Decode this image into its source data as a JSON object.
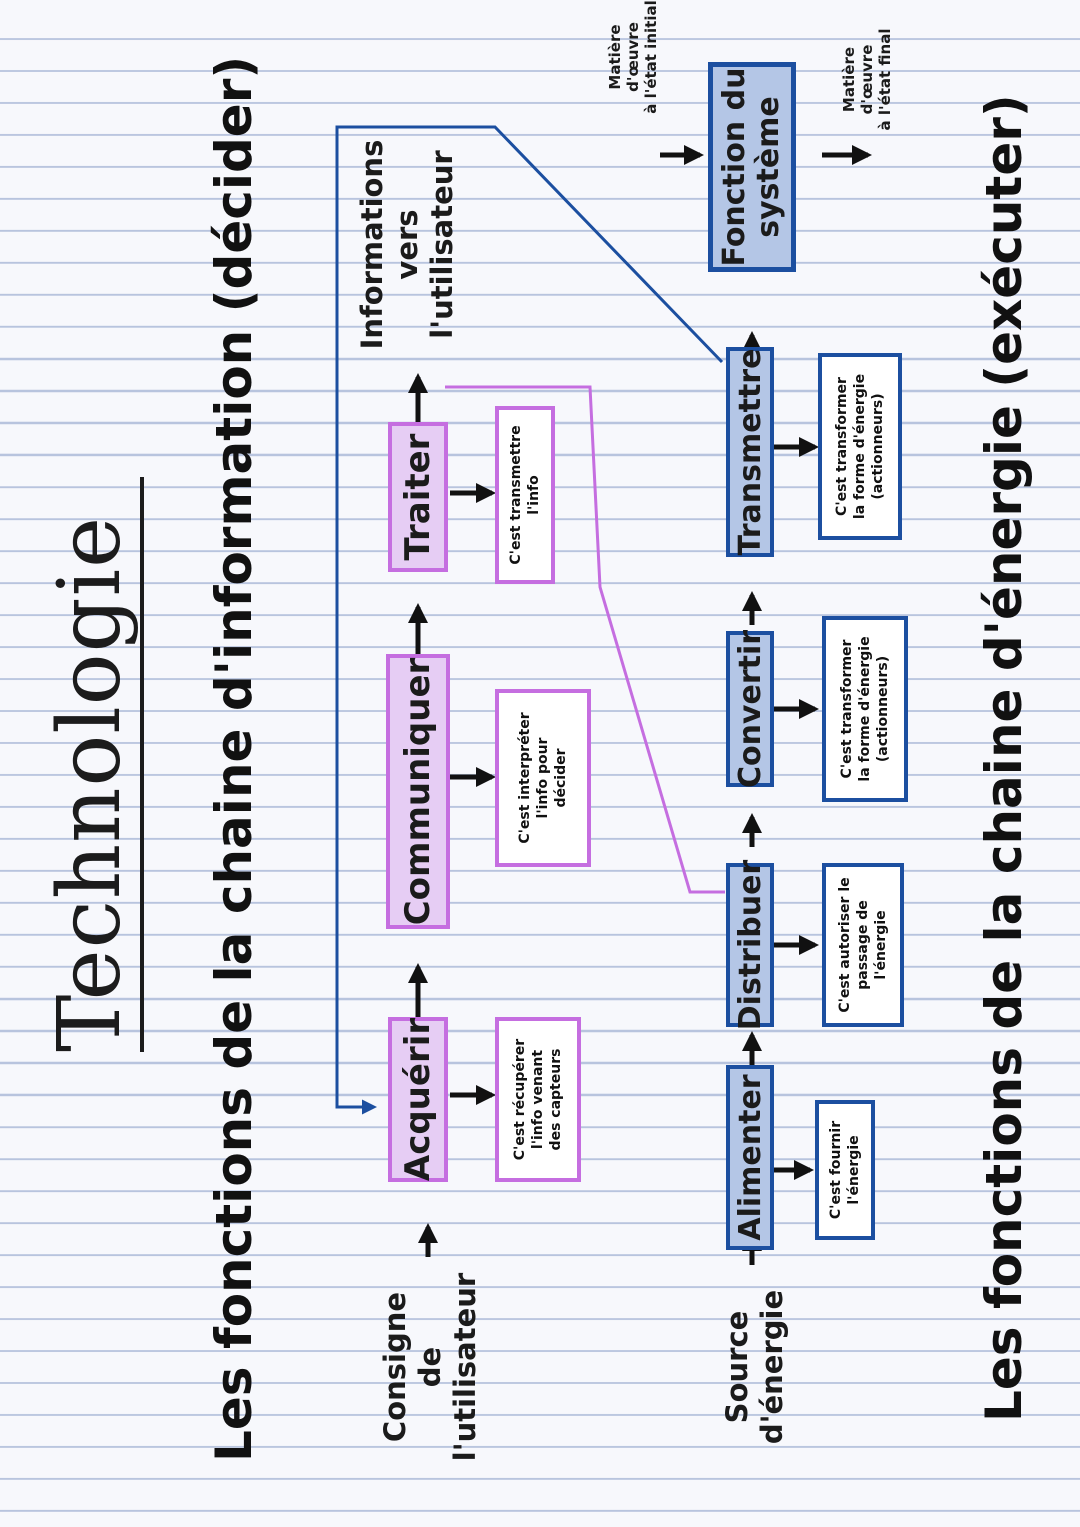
{
  "title": "Technologie",
  "info_chain": {
    "heading": "Les fonctions de la chaine d'information (décider)",
    "input_label": "Consigne de\nl'utilisateur",
    "output_label": "Informations\nvers\nl'utilisateur",
    "functions": [
      {
        "label": "Acquérir",
        "description": "C'est récupérer\nl'info venant\ndes capteurs"
      },
      {
        "label": "Communiquer",
        "description": "C'est interpréter\nl'info pour\ndécider"
      },
      {
        "label": "Traiter",
        "description": "C'est transmettre\nl'info"
      }
    ]
  },
  "energy_chain": {
    "heading": "Les fonctions de la chaine d'énergie (exécuter)",
    "input_label": "Source\nd'énergie",
    "functions": [
      {
        "label": "Alimenter",
        "description": "C'est fournir\nl'énergie"
      },
      {
        "label": "Distribuer",
        "description": "C'est autoriser le\npassage de\nl'énergie"
      },
      {
        "label": "Convertir",
        "description": "C'est transformer\nla forme d'énergie\n(actionneurs)"
      },
      {
        "label": "Transmettre",
        "description": "C'est transformer\nla forme d'énergie\n(actionneurs)"
      }
    ]
  },
  "system": {
    "label": "Fonction du\nsystème",
    "input_label": "Matière d'œuvre\nà l'état initial",
    "output_label": "Matière d'œuvre\nà l'état final"
  },
  "colors": {
    "info_fill": "#e6cdf4",
    "info_border": "#c56ee0",
    "energy_fill": "#b4c6e6",
    "energy_border": "#1c4fa0",
    "paper_line": "#b8c4de"
  }
}
